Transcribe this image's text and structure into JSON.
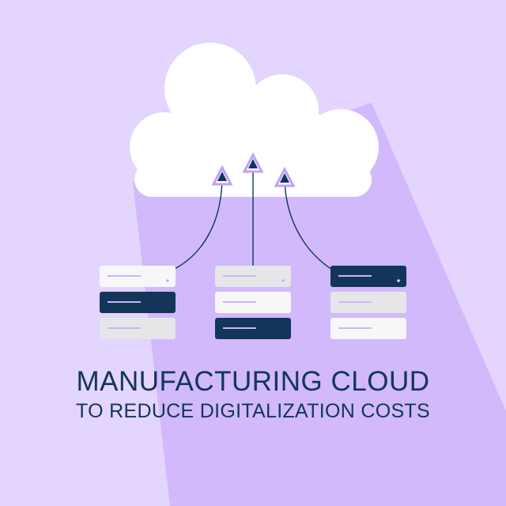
{
  "headline": "MANUFACTURING CLOUD",
  "subline": "TO REDUCE DIGITALIZATION COSTS",
  "colors": {
    "background": "#e3d5fd",
    "shadow": "#d1b9fb",
    "cloud": "#ffffff",
    "navy": "#13355a",
    "server_light": "#f7f7f8",
    "server_gray": "#e6e6e9",
    "server_line": "#c9b6f6",
    "arrow_outline": "#c29ff5"
  },
  "illustration": {
    "cloud_icon": "cloud-icon",
    "server_stacks": [
      {
        "name": "server-stack-left",
        "units": [
          "light",
          "navy",
          "gray"
        ]
      },
      {
        "name": "server-stack-center",
        "units": [
          "gray",
          "light",
          "navy"
        ]
      },
      {
        "name": "server-stack-right",
        "units": [
          "navy",
          "gray",
          "light"
        ]
      }
    ],
    "upload_arrows": 3
  }
}
